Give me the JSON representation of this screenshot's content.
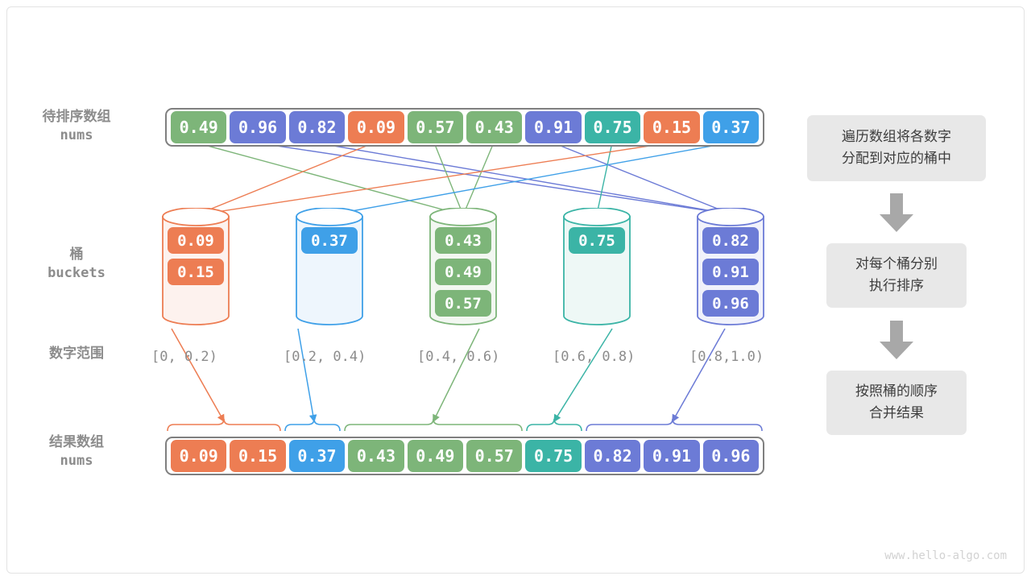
{
  "diagram": {
    "title": "bucket-sort",
    "watermark": "www.hello-algo.com",
    "colors": {
      "orange": "#ED7D53",
      "blue": "#3FA0E8",
      "green": "#7DB579",
      "teal": "#3BB4A6",
      "purple": "#6C7BD6",
      "frame": "#7f7f7f",
      "label": "#8c8c8c",
      "flowbox": "#e8e8e8",
      "flowarrow": "#a8a8a8"
    },
    "labels": {
      "input": {
        "cn": "待排序数组",
        "code": "nums"
      },
      "buckets": {
        "cn": "桶",
        "code": "buckets"
      },
      "ranges": {
        "cn": "数字范围"
      },
      "result": {
        "cn": "结果数组",
        "code": "nums"
      }
    },
    "input_array": [
      {
        "value": "0.49",
        "color": "green"
      },
      {
        "value": "0.96",
        "color": "purple"
      },
      {
        "value": "0.82",
        "color": "purple"
      },
      {
        "value": "0.09",
        "color": "orange"
      },
      {
        "value": "0.57",
        "color": "green"
      },
      {
        "value": "0.43",
        "color": "green"
      },
      {
        "value": "0.91",
        "color": "purple"
      },
      {
        "value": "0.75",
        "color": "teal"
      },
      {
        "value": "0.15",
        "color": "orange"
      },
      {
        "value": "0.37",
        "color": "blue"
      }
    ],
    "buckets": [
      {
        "range": "[0, 0.2)",
        "color": "orange",
        "items": [
          "0.09",
          "0.15"
        ]
      },
      {
        "range": "[0.2, 0.4)",
        "color": "blue",
        "items": [
          "0.37"
        ]
      },
      {
        "range": "[0.4, 0.6)",
        "color": "green",
        "items": [
          "0.43",
          "0.49",
          "0.57"
        ]
      },
      {
        "range": "[0.6, 0.8)",
        "color": "teal",
        "items": [
          "0.75"
        ]
      },
      {
        "range": "[0.8,1.0)",
        "color": "purple",
        "items": [
          "0.82",
          "0.91",
          "0.96"
        ]
      }
    ],
    "result_array": [
      {
        "value": "0.09",
        "color": "orange"
      },
      {
        "value": "0.15",
        "color": "orange"
      },
      {
        "value": "0.37",
        "color": "blue"
      },
      {
        "value": "0.43",
        "color": "green"
      },
      {
        "value": "0.49",
        "color": "green"
      },
      {
        "value": "0.57",
        "color": "green"
      },
      {
        "value": "0.75",
        "color": "teal"
      },
      {
        "value": "0.82",
        "color": "purple"
      },
      {
        "value": "0.91",
        "color": "purple"
      },
      {
        "value": "0.96",
        "color": "purple"
      }
    ],
    "flow_steps": [
      {
        "line1": "遍历数组将各数字",
        "line2": "分配到对应的桶中"
      },
      {
        "line1": "对每个桶分别",
        "line2": "执行排序"
      },
      {
        "line1": "按照桶的顺序",
        "line2": "合并结果"
      }
    ]
  }
}
